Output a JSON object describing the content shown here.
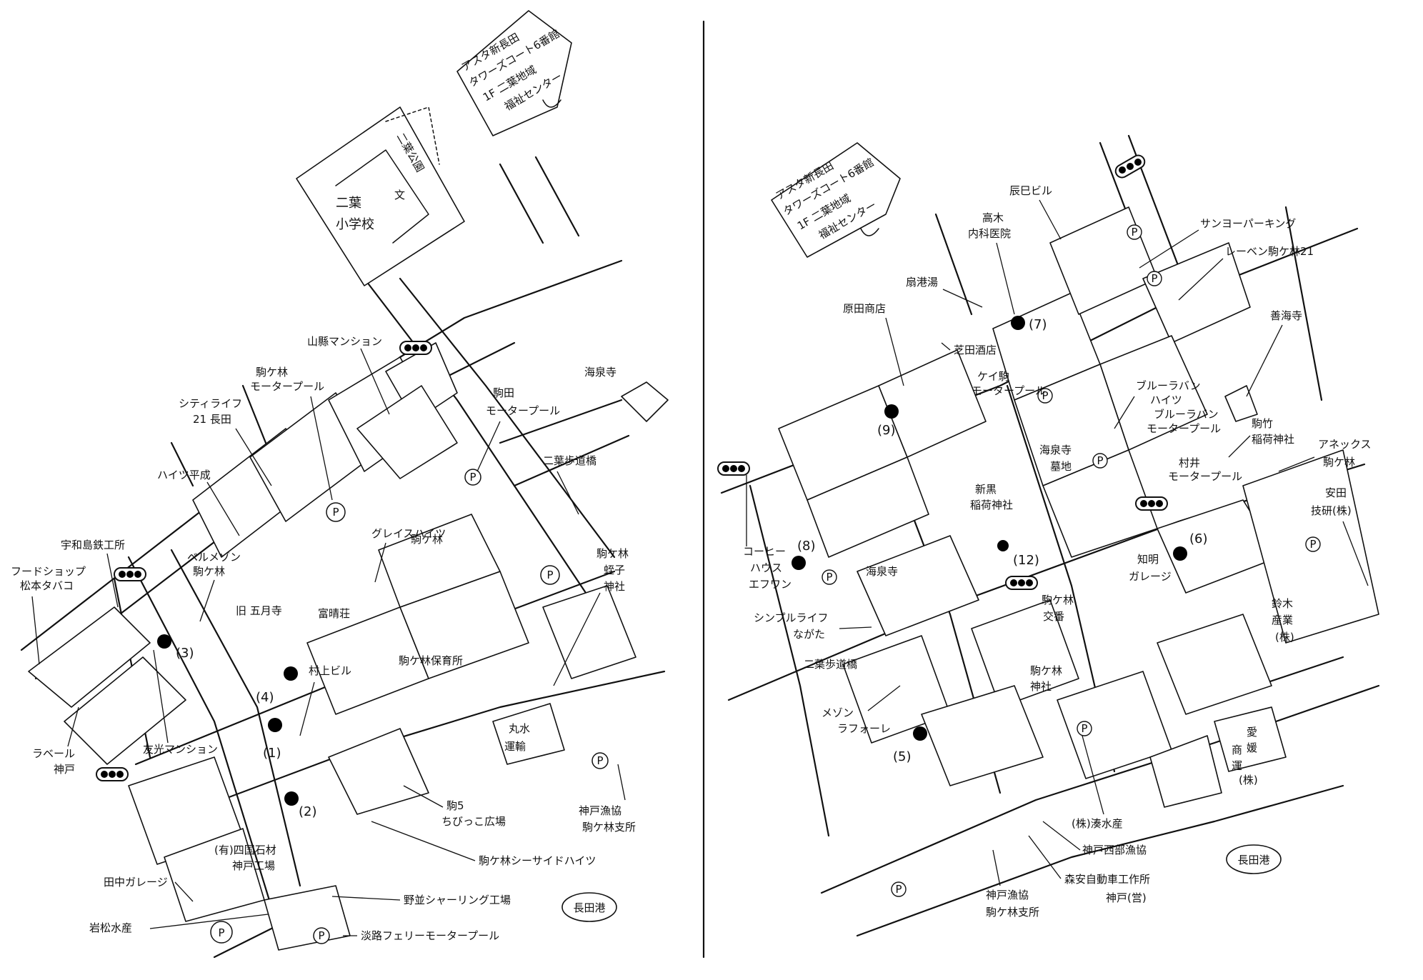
{
  "left_map": {
    "center_box": [
      "アスタ新長田",
      "タワーズコート6番館",
      "1F 二葉地域",
      "福祉センター"
    ],
    "park": "二葉公園",
    "school": [
      "二葉",
      "小学校"
    ],
    "school_mark": "文",
    "labels": {
      "yamagata": "山縣マンション",
      "komagabayashi_motorpool": [
        "駒ケ林",
        "モータープール"
      ],
      "komada_motorpool": [
        "駒田",
        "モータープール"
      ],
      "kaisenji": "海泉寺",
      "futaba_bridge": "二葉歩道橋",
      "citylife": [
        "シティライフ",
        "21 長田"
      ],
      "heights_heisei": "ハイツ平成",
      "uwajima": "宇和島鉄工所",
      "foodshop": [
        "フードショップ",
        "松本タバコ"
      ],
      "bellmaison": [
        "ベルメゾン",
        "駒ケ林"
      ],
      "grace": "グレイスハイツ",
      "grace2": "駒ケ林",
      "old_gogatsu": "旧 五月寺",
      "tomiharu": "富晴荘",
      "murakami": "村上ビル",
      "hoikusho": "駒ケ林保育所",
      "ebisu": [
        "駒ケ林",
        "蛭子",
        "神社"
      ],
      "maru_mizu": [
        "丸水",
        "運輸"
      ],
      "labell": [
        "ラベール",
        "神戸"
      ],
      "yuko": "友光マンション",
      "koma5": [
        "駒5",
        "ちびっこ広場"
      ],
      "kobe_gyokyo": [
        "神戸漁協",
        "駒ケ林支所"
      ],
      "shikoku": [
        "(有)四国石材",
        "神戸工場"
      ],
      "seaside": "駒ケ林シーサイドハイツ",
      "tanaka": "田中ガレージ",
      "nose": "野並シャーリング工場",
      "iwamatsu": "岩松水産",
      "awaji": "淡路フェリーモータープール",
      "nagata_port": "長田港"
    },
    "points": [
      "(1)",
      "(2)",
      "(3)",
      "(4)"
    ],
    "parking": "P"
  },
  "right_map": {
    "center_box": [
      "アスタ新長田",
      "タワーズコート6番館",
      "1F 二葉地域",
      "福祉センター"
    ],
    "labels": {
      "tatsumi": "辰巳ビル",
      "takagi": [
        "高木",
        "内科医院"
      ],
      "sanyo": "サンヨーパーキング",
      "leven": "レーベン駒ケ林21",
      "senko": "扇港湯",
      "harada": "原田商店",
      "shibata": "芝田酒店",
      "zenkaiji": "善海寺",
      "keikoma": [
        "ケイ駒",
        "モータープール"
      ],
      "blue_heights": [
        "ブルーラバン",
        "ハイツ"
      ],
      "blue_motor": [
        "ブルーラバン",
        "モータープール"
      ],
      "kaisenji_grave": [
        "海泉寺",
        "墓地"
      ],
      "komatake": [
        "駒竹",
        "稲荷神社"
      ],
      "annex": [
        "アネックス",
        "駒ケ林"
      ],
      "shinkuro": [
        "新黒",
        "稲荷神社"
      ],
      "murai": [
        "村井",
        "モータープール"
      ],
      "yasuda": [
        "安田",
        "技研(株)"
      ],
      "coffee": [
        "コーヒー",
        "ハウス",
        "エフワン"
      ],
      "kaisenji": "海泉寺",
      "chimei_garage": [
        "知明",
        "ガレージ"
      ],
      "koban": [
        "駒ケ林",
        "交番"
      ],
      "suzuki": [
        "鈴木",
        "産業",
        "(株)"
      ],
      "simplelife": [
        "シンプルライフ",
        "ながた"
      ],
      "futaba_bridge": "二葉歩道橋",
      "komagabayashi_jinja": [
        "駒ケ林",
        "神社"
      ],
      "maison": [
        "メゾン",
        "ラフォーレ"
      ],
      "aiyo": [
        "愛",
        "媛",
        "商",
        "運",
        "(株)"
      ],
      "minato_suisan": "(株)湊水産",
      "kobe_nishi": "神戸西部漁協",
      "moriyasu": [
        "森安自動車工作所",
        "神戸(営)"
      ],
      "kobe_gyokyo": [
        "神戸漁協",
        "駒ケ林支所"
      ],
      "nagata_port": "長田港"
    },
    "points": [
      "(5)",
      "(6)",
      "(7)",
      "(8)",
      "(9)",
      "(12)"
    ],
    "parking": "P"
  }
}
